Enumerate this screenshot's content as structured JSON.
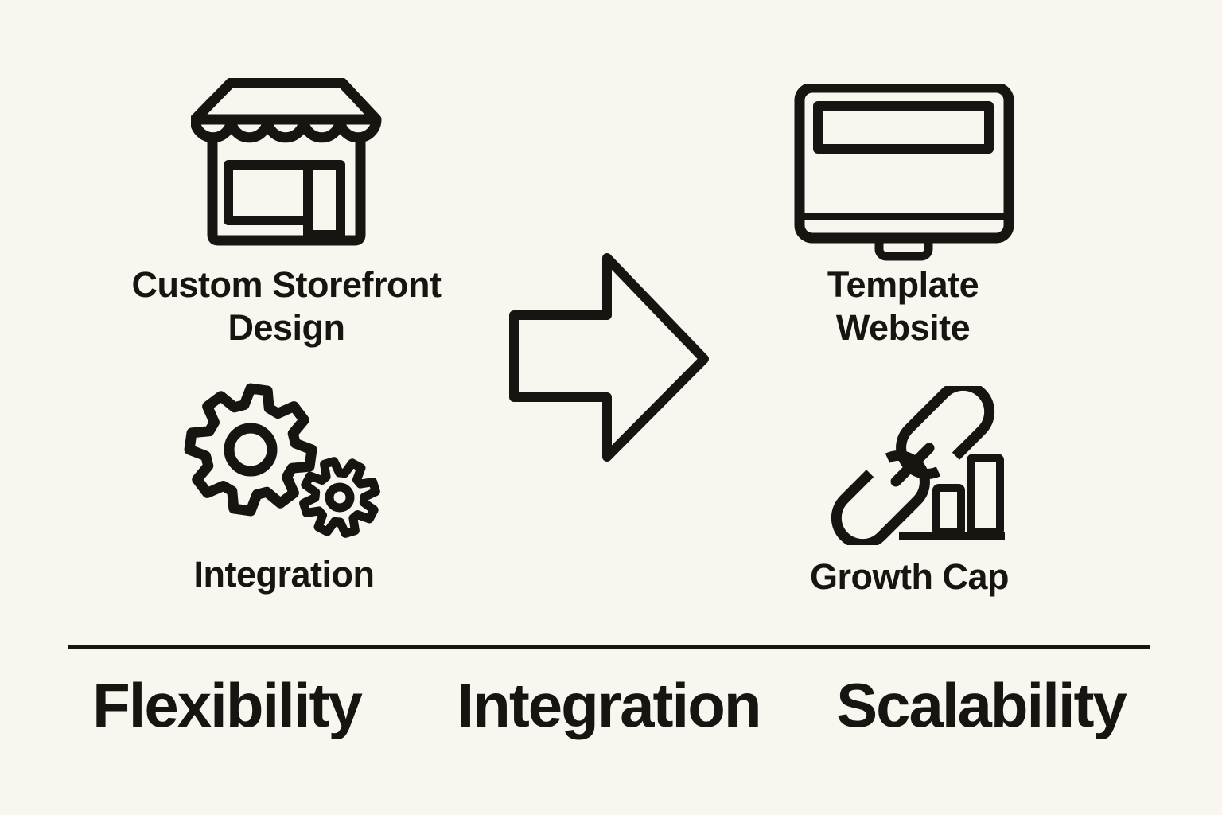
{
  "colors": {
    "background": "#f8f6ee",
    "ink": "#161512"
  },
  "comparison": {
    "left": {
      "items": [
        {
          "icon": "storefront-icon",
          "label": "Custom Storefront\nDesign"
        },
        {
          "icon": "gears-icon",
          "label": "Integration"
        }
      ]
    },
    "arrow": {
      "icon": "arrow-right-icon",
      "direction": "right"
    },
    "right": {
      "items": [
        {
          "icon": "monitor-icon",
          "label": "Template\nWebsite"
        },
        {
          "icon": "link-bars-icon",
          "label": "Growth Cap"
        }
      ]
    }
  },
  "footer": {
    "labels": [
      "Flexibility",
      "Integration",
      "Scalability"
    ]
  }
}
